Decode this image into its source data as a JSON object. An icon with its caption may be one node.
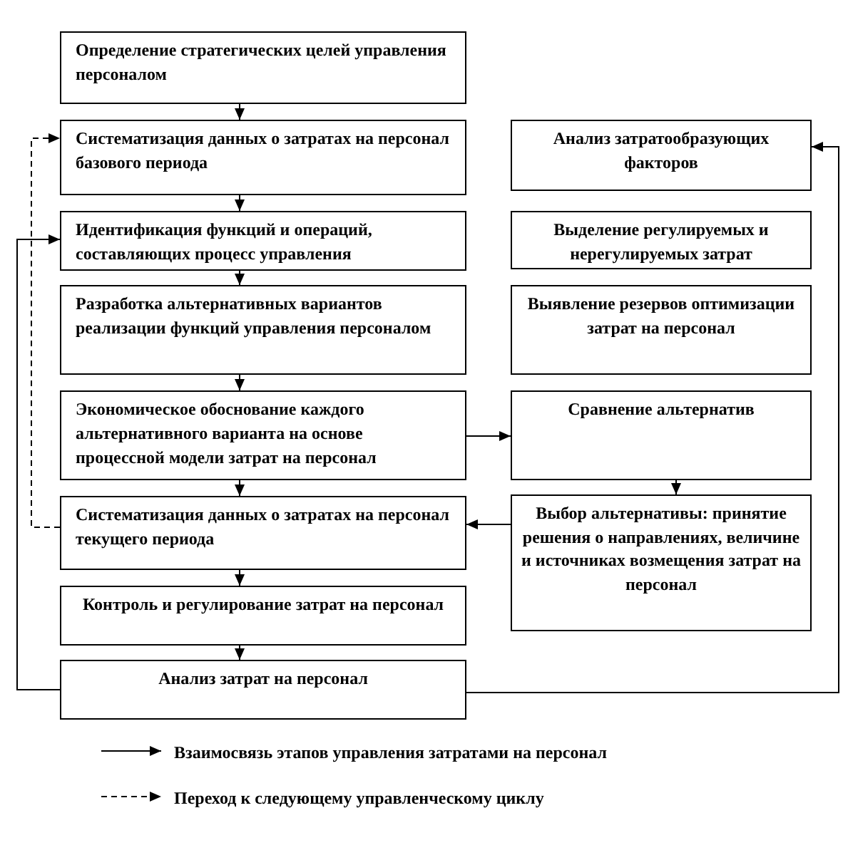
{
  "diagram": {
    "nodes": [
      {
        "text": [
          "Определение стратегических целей управления персоналом"
        ]
      },
      {
        "text": [
          "Систематизация данных о затратах на персонал базового периода"
        ]
      },
      {
        "text": [
          "Идентификация функций и операций, составляющих процесс управления"
        ]
      },
      {
        "text": [
          "Разработка альтернативных вариантов реализации функций управления персоналом"
        ]
      },
      {
        "text": [
          "Экономическое обоснование каждого альтернативного варианта на основе процессной модели затрат на персонал"
        ]
      },
      {
        "text": [
          "Систематизация данных о затратах на персонал текущего периода"
        ]
      },
      {
        "text": [
          "Контроль и регулирование затрат на персонал"
        ]
      },
      {
        "text": [
          "Анализ затрат на персонал"
        ]
      },
      {
        "text": [
          "Анализ затратообразующих факторов"
        ]
      },
      {
        "text": [
          "Выделение регулируемых и нерегулируемых затрат"
        ]
      },
      {
        "text": [
          "Выявление резервов оптимизации затрат на персонал"
        ]
      },
      {
        "text": [
          "Сравнение альтернатив"
        ]
      },
      {
        "text": [
          "Выбор альтернативы: принятие решения о направлениях, величине и источниках возмещения затрат на персонал"
        ]
      }
    ],
    "edges": [
      {
        "from": 0,
        "to": 1,
        "arrow": "to"
      },
      {
        "from": 1,
        "to": 2,
        "arrow": "to"
      },
      {
        "from": 2,
        "to": 3,
        "arrow": "to"
      },
      {
        "from": 3,
        "to": 4,
        "arrow": "to"
      },
      {
        "from": 4,
        "to": 5,
        "arrow": "to"
      },
      {
        "from": 5,
        "to": 6,
        "arrow": "to"
      },
      {
        "from": 6,
        "to": 7,
        "arrow": "to"
      },
      {
        "from": 4,
        "to": 11,
        "arrow": "to"
      },
      {
        "from": 11,
        "to": 12,
        "arrow": "to"
      },
      {
        "from": 12,
        "to": 5,
        "arrow": "to"
      },
      {
        "from": 7,
        "to": 2,
        "arrow": "to"
      },
      {
        "from": 7,
        "to": 8,
        "arrow": "to"
      },
      {
        "from": 5,
        "to": 1,
        "arrow": "to",
        "style": "dashed"
      }
    ],
    "legend": [
      {
        "text": "Взаимосвязь этапов управления затратами на персонал"
      },
      {
        "text": "Переход к следующему управленческому циклу"
      }
    ]
  }
}
